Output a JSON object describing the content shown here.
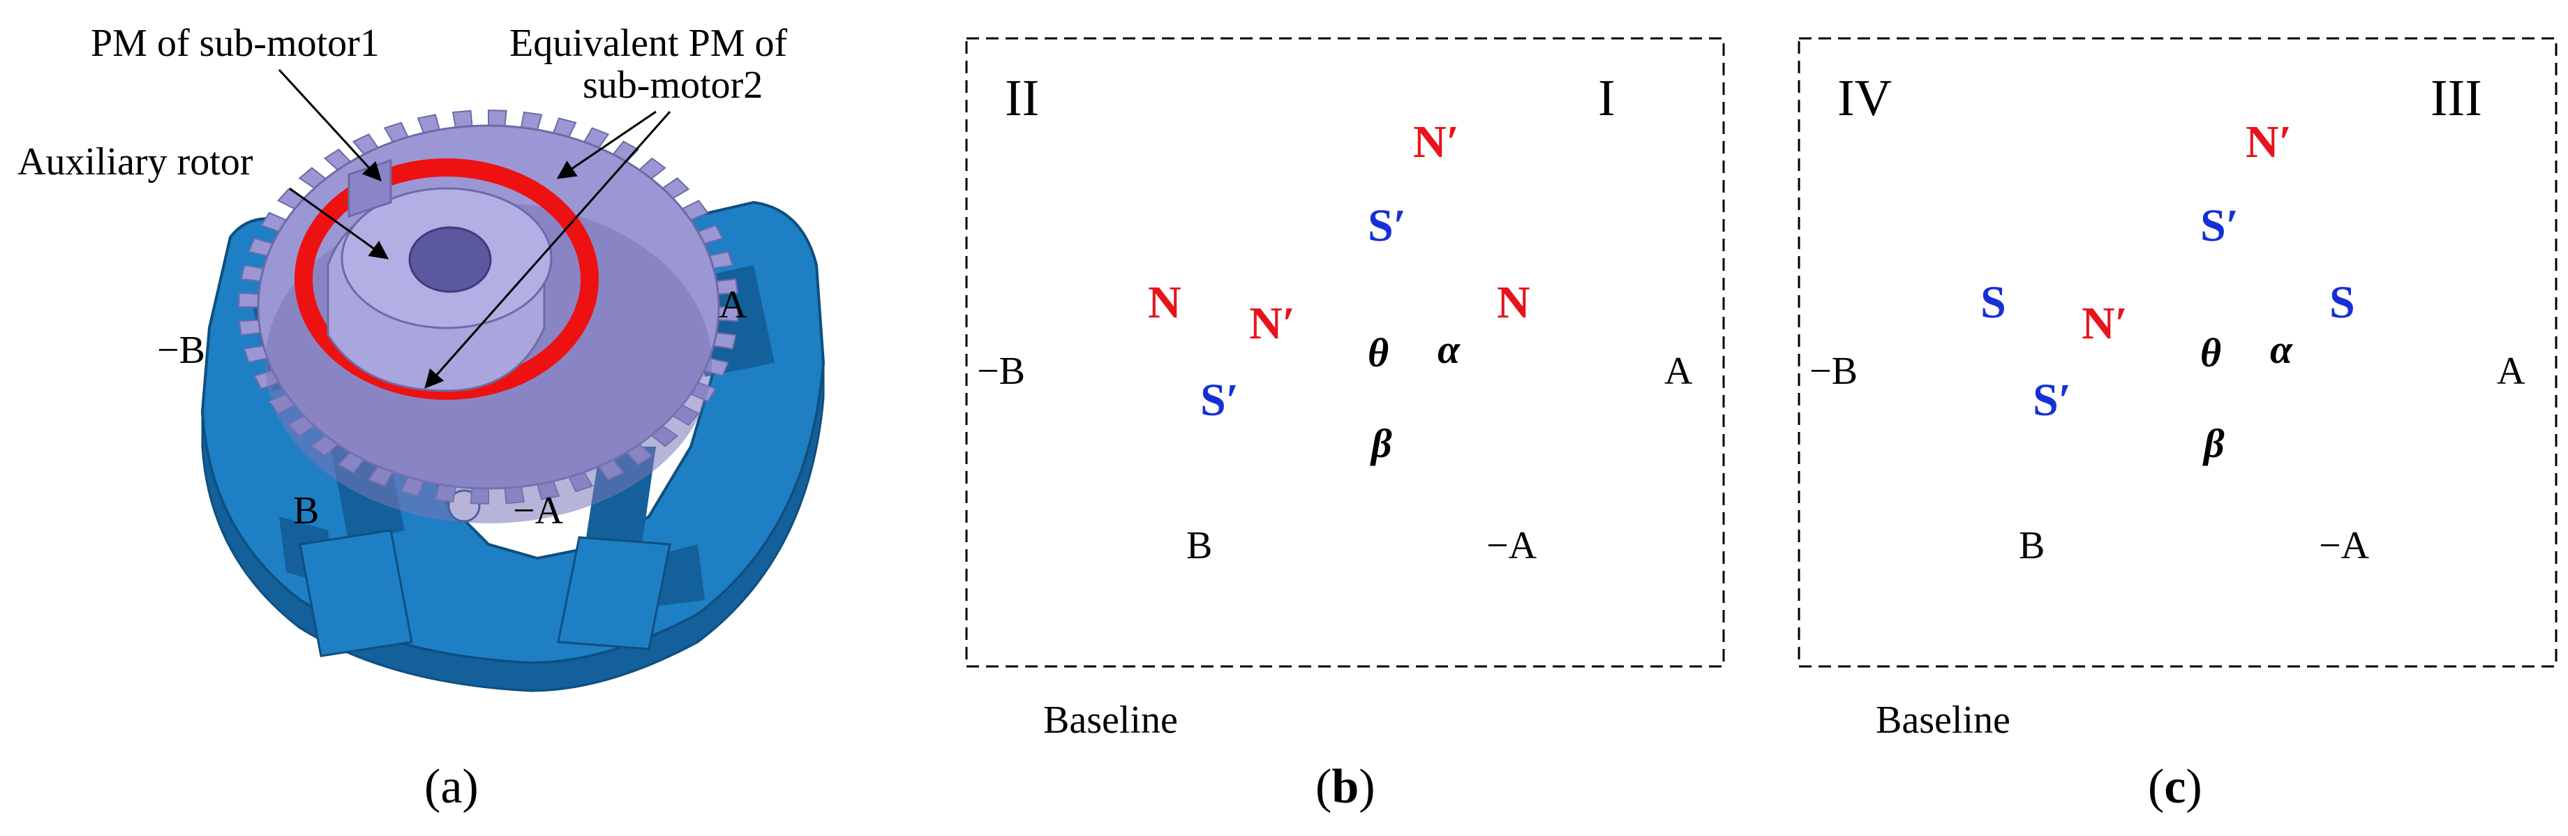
{
  "panel_a": {
    "pm_sub_motor1": "PM of sub-motor1",
    "equivalent_pm_line1": "Equivalent PM of",
    "equivalent_pm_line2": "sub-motor2",
    "auxiliary_rotor": "Auxiliary rotor",
    "phase_labels": [
      "−B",
      "A",
      "B",
      "−A"
    ],
    "caption_open": "(",
    "caption_letter": "a",
    "caption_close": ")"
  },
  "panel_b": {
    "region_left": "II",
    "region_right": "I",
    "outer_pole_left": "N",
    "outer_pole_right": "N",
    "inner_pole_top_n": "N′",
    "inner_pole_top_s": "S′",
    "inner_pole_bottom_n": "N′",
    "inner_pole_bottom_s": "S′",
    "angle_theta": "θ",
    "angle_alpha": "α",
    "angle_beta": "β",
    "phase_labels": [
      "−B",
      "A",
      "B",
      "−A"
    ],
    "baseline": "Baseline",
    "caption_open": "(",
    "caption_letter": "b",
    "caption_close": ")"
  },
  "panel_c": {
    "region_left": "IV",
    "region_right": "III",
    "outer_pole_left": "S",
    "outer_pole_right": "S",
    "inner_pole_top_n": "N′",
    "inner_pole_top_s": "S′",
    "inner_pole_bottom_n": "N′",
    "inner_pole_bottom_s": "S′",
    "angle_theta": "θ",
    "angle_alpha": "α",
    "angle_beta": "β",
    "phase_labels": [
      "−B",
      "A",
      "B",
      "−A"
    ],
    "baseline": "Baseline",
    "caption_open": "(",
    "caption_letter": "c",
    "caption_close": ")"
  },
  "colors": {
    "stator_blue": "#1e7fc4",
    "stator_blue_dark": "#13609a",
    "rotor_lavender": "#9b97d4",
    "rotor_lavender_dark": "#7a76b8",
    "pm_red": "#ee1111",
    "pole_red": "#e8131b",
    "pole_blue": "#1630d8"
  }
}
